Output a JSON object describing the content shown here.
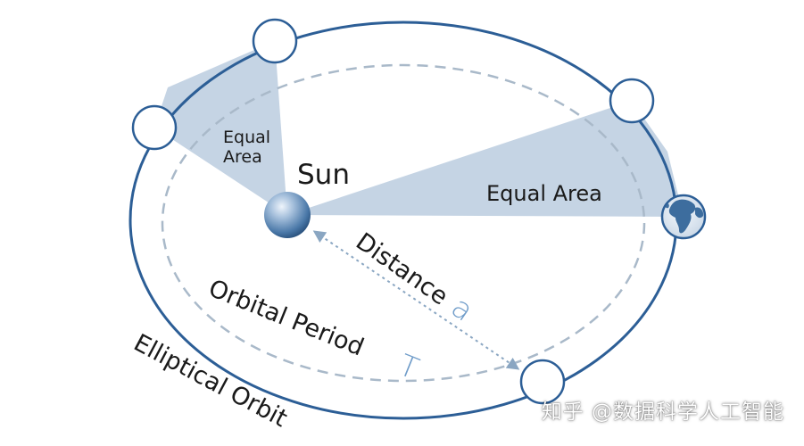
{
  "labels": {
    "equal_area_small_line1": "Equal",
    "equal_area_small_line2": "Area",
    "equal_area_large": "Equal Area",
    "sun": "Sun",
    "distance": "Distance",
    "distance_symbol": "a",
    "orbital_period": "Orbital Period",
    "period_symbol": "T",
    "elliptical_orbit": "Elliptical Orbit"
  },
  "watermark": "知乎 @数据科学人工智能",
  "colors": {
    "orbit_stroke": "#2c5e96",
    "dashed_path": "#a9b9c9",
    "area_fill": "#c5d4e4",
    "planet_outline": "#2c5e96",
    "symbol_color": "#6f9cc9",
    "arrow_color": "#8aa6c2"
  },
  "icons": {
    "sun": "sun-sphere-icon",
    "earth": "earth-globe-icon"
  }
}
